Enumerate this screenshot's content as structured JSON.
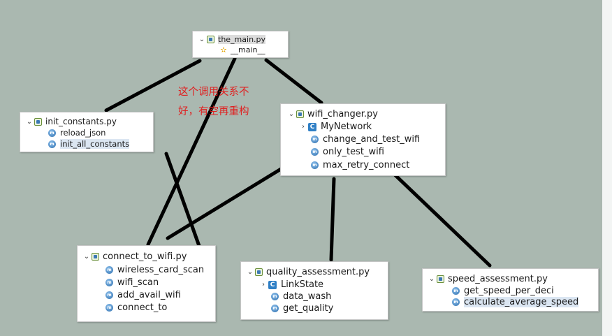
{
  "modules": {
    "the_main": {
      "label": "the_main.py",
      "items": [
        "__main__"
      ]
    },
    "init_constants": {
      "label": "init_constants.py",
      "items": [
        "reload_json",
        "init_all_constants"
      ]
    },
    "wifi_changer": {
      "label": "wifi_changer.py",
      "class_item": "MyNetwork",
      "items": [
        "change_and_test_wifi",
        "only_test_wifi",
        "max_retry_connect"
      ]
    },
    "connect_to_wifi": {
      "label": "connect_to_wifi.py",
      "items": [
        "wireless_card_scan",
        "wifi_scan",
        "add_avail_wifi",
        "connect_to"
      ]
    },
    "quality_assessment": {
      "label": "quality_assessment.py",
      "class_item": "LinkState",
      "items": [
        "data_wash",
        "get_quality"
      ]
    },
    "speed_assessment": {
      "label": "speed_assessment.py",
      "items": [
        "get_speed_per_deci",
        "calculate_average_speed"
      ]
    }
  },
  "annotation": {
    "line1": "这个调用关系不",
    "line2": "好，有空再重构"
  },
  "colors": {
    "background": "#aab8b0",
    "connector": "#000000",
    "annotation": "#e02020"
  },
  "icons": {
    "module": "python-file-icon",
    "method": "method-icon",
    "class": "class-icon",
    "main": "star-icon"
  }
}
